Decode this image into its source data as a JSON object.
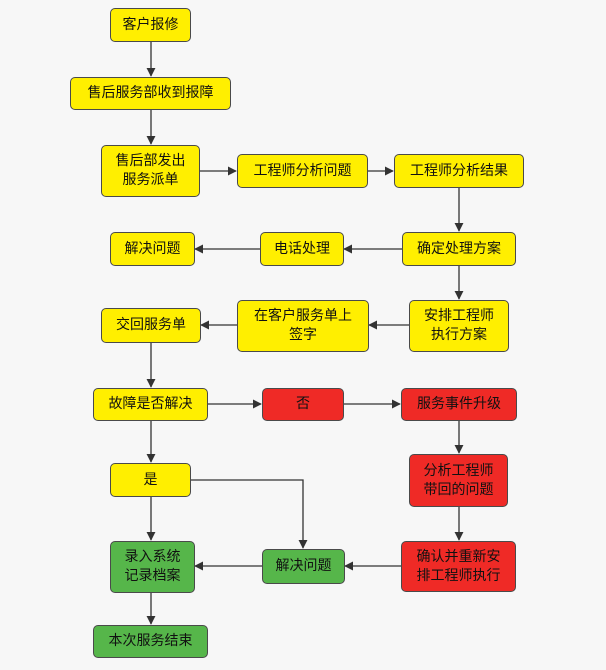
{
  "nodes": {
    "customer_report": "客户报修",
    "aftersales_receive": "售后服务部收到报障",
    "issue_order": "售后部发出\n服务派单",
    "engineer_analyze": "工程师分析问题",
    "engineer_result": "工程师分析结果",
    "decide_plan": "确定处理方案",
    "phone_handle": "电话处理",
    "resolve_phone": "解决问题",
    "assign_engineer": "安排工程师\n执行方案",
    "customer_sign": "在客户服务单上\n签字",
    "return_order": "交回服务单",
    "is_resolved": "故障是否解决",
    "no": "否",
    "escalate": "服务事件升级",
    "analyze_back": "分析工程师\n带回的问题",
    "reassign": "确认并重新安\n排工程师执行",
    "resolve_final": "解决问题",
    "yes": "是",
    "record": "录入系统\n记录档案",
    "end": "本次服务结束"
  },
  "colors": {
    "yellow": "#ffef00",
    "red": "#ef2a26",
    "green": "#56b64a",
    "border": "#4a4a4a",
    "arrow": "#333333"
  }
}
